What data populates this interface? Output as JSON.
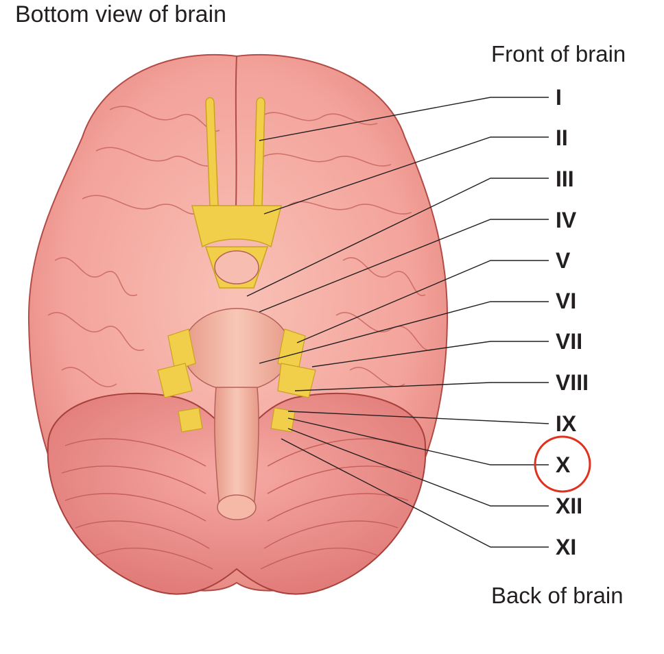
{
  "title": "Bottom view of brain",
  "front_label": "Front of brain",
  "back_label": "Back of brain",
  "nerves": [
    "I",
    "II",
    "III",
    "IV",
    "V",
    "VI",
    "VII",
    "VIII",
    "IX",
    "X",
    "XII",
    "XI"
  ],
  "highlighted_nerve": "X",
  "colors": {
    "brain": "#f4a09a",
    "brain_dark": "#d9716c",
    "cerebellum": "#ee8b88",
    "nerve": "#f2cf4a",
    "highlight": "#e0301e",
    "text": "#231f20"
  }
}
